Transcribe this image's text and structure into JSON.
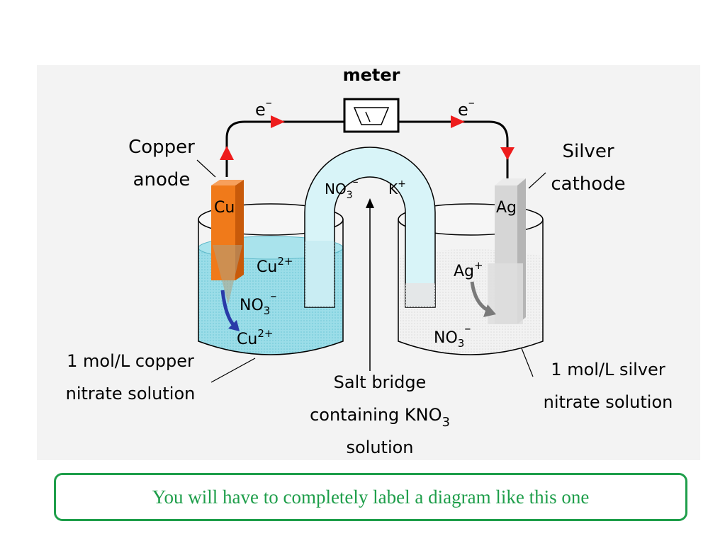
{
  "labels": {
    "meter": "meter",
    "electron_left": "e",
    "electron_right": "e",
    "electron_charge": "–",
    "copper_anode_line1": "Copper",
    "copper_anode_line2": "anode",
    "silver_cathode_line1": "Silver",
    "silver_cathode_line2": "cathode",
    "cu_electrode": "Cu",
    "ag_electrode": "Ag",
    "bridge_no3": "NO",
    "bridge_no3_sub": "3",
    "bridge_no3_charge": "–",
    "bridge_k": "K",
    "bridge_k_charge": "+",
    "left_cu_ion": "Cu",
    "left_cu_ion_charge": "2+",
    "left_no3": "NO",
    "left_no3_sub": "3",
    "left_no3_charge": "–",
    "left_cu_ion_bottom": "Cu",
    "left_cu_ion_bottom_charge": "2+",
    "right_ag_ion": "Ag",
    "right_ag_ion_charge": "+",
    "right_no3": "NO",
    "right_no3_sub": "3",
    "right_no3_charge": "–",
    "left_solution_line1": "1 mol/L copper",
    "left_solution_line2": "nitrate solution",
    "right_solution_line1": "1 mol/L silver",
    "right_solution_line2": "nitrate solution",
    "salt_bridge_line1": "Salt bridge",
    "salt_bridge_line2": "containing KNO",
    "salt_bridge_line2_sub": "3",
    "salt_bridge_line3": "solution"
  },
  "caption": "You will have to completely label a diagram like this one",
  "colors": {
    "panel": "#f3f3f3",
    "copper": "#f07a1a",
    "silver": "#d6d6d6",
    "copper_solution": "#8fd8e4",
    "bridge": "#d8f4f8",
    "arrow_red": "#ee1c1c",
    "arrow_blue": "#2a3aa8",
    "caption_green": "#1e9e4a"
  },
  "icons": {
    "meter": "meter-gauge-icon"
  }
}
